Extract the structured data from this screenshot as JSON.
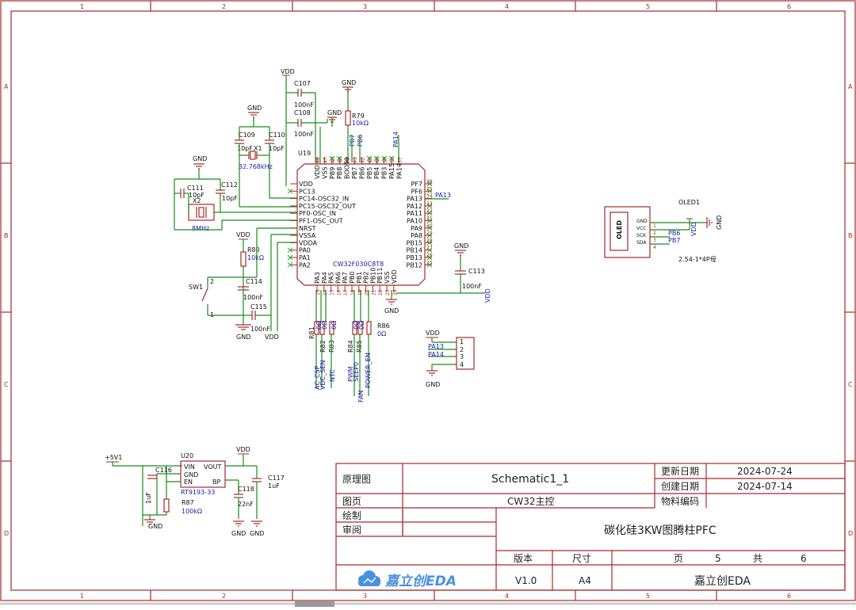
{
  "frame": {
    "col_labels": [
      "1",
      "2",
      "3",
      "4",
      "5",
      "6"
    ],
    "row_labels": [
      "A",
      "B",
      "C",
      "D"
    ]
  },
  "title_block": {
    "schematic_label": "原理图",
    "schematic_value": "Schematic1_1",
    "page_label": "图页",
    "page_value": "CW32主控",
    "drawn_label": "绘制",
    "review_label": "审阅",
    "updated_label": "更新日期",
    "updated_value": "2024-07-24",
    "created_label": "创建日期",
    "created_value": "2024-07-14",
    "material_label": "物料编码",
    "project_title": "碳化硅3KW图腾柱PFC",
    "version_label": "版本",
    "size_label": "尺寸",
    "page_num_label": "页",
    "page_num_value": "5",
    "total_label": "共",
    "total_value": "6",
    "version_value": "V1.0",
    "size_value": "A4",
    "company": "嘉立创EDA",
    "logo_text": "嘉立创EDA"
  },
  "mcu": {
    "ref": "U19",
    "part": "CW32F030C8T8",
    "left_pins": [
      "VDD",
      "PC13",
      "PC14-OSC32_IN",
      "PC15-OSC32_OUT",
      "PF0-OSC_IN",
      "PF1-OSC_OUT",
      "NRST",
      "VSSA",
      "VDDA",
      "PA0",
      "PA1",
      "PA2"
    ],
    "right_pins": [
      "PF7",
      "PF6",
      "PA13",
      "PA12",
      "PA11",
      "PA10",
      "PA9",
      "PA8",
      "PB15",
      "PB14",
      "PB13",
      "PB12"
    ],
    "top_pins": [
      "VDD",
      "VSS",
      "PB9",
      "PB8",
      "BOOT0",
      "PB7",
      "PB6",
      "PB5",
      "PB4",
      "PB3",
      "PA15",
      "PA14"
    ],
    "top_nums": [
      "48",
      "47",
      "46",
      "45",
      "44",
      "43",
      "42",
      "41",
      "40",
      "39",
      "38",
      "37"
    ],
    "right_nums": [
      "36",
      "35",
      "34",
      "33",
      "32",
      "31",
      "30",
      "29",
      "28",
      "27",
      "26",
      "25"
    ],
    "bottom_pins": [
      "PA3",
      "PA4",
      "PA5",
      "PA6",
      "PA7",
      "PB0",
      "PB1",
      "PB2",
      "PB10",
      "PB11",
      "VSS",
      "VDD"
    ],
    "bottom_nums": [
      "13",
      "14",
      "15",
      "16",
      "17",
      "18",
      "19",
      "20",
      "21",
      "22",
      "23",
      "24"
    ]
  },
  "components": {
    "c107": {
      "ref": "C107",
      "val": "100nF"
    },
    "c108": {
      "ref": "C108",
      "val": "100nF"
    },
    "c109": {
      "ref": "C109",
      "val": "10pF"
    },
    "c110": {
      "ref": "C110",
      "val": "10pF"
    },
    "x1": {
      "ref": "X1",
      "val": "32.768kHz"
    },
    "c111": {
      "ref": "C111",
      "val": "10pF"
    },
    "c112": {
      "ref": "C112",
      "val": "10pF"
    },
    "x2": {
      "ref": "X2",
      "val": "8MHz"
    },
    "r79": {
      "ref": "R79",
      "val": "10kΩ"
    },
    "r80": {
      "ref": "R80",
      "val": "10kΩ"
    },
    "c114": {
      "ref": "C114",
      "val": "100nF"
    },
    "c115": {
      "ref": "C115",
      "val": "100nF"
    },
    "sw1": {
      "ref": "SW1",
      "p1": "1",
      "p2": "2"
    },
    "c113": {
      "ref": "C113",
      "val": "100nF"
    },
    "r81": {
      "ref": "R81",
      "val": "0Ω"
    },
    "r82": {
      "ref": "R82",
      "val": "0Ω"
    },
    "r83": {
      "ref": "R83",
      "val": "0Ω"
    },
    "r84": {
      "ref": "R84",
      "val": "0Ω"
    },
    "r85": {
      "ref": "R85",
      "val": "0Ω"
    },
    "r86": {
      "ref": "R86",
      "val": "0Ω"
    },
    "u20": {
      "ref": "U20",
      "part": "RT9193-33",
      "vin": "VIN",
      "gnd": "GND",
      "en": "EN",
      "vout": "VOUT",
      "bp": "BP"
    },
    "c116": {
      "ref": "C116",
      "val": "1uF"
    },
    "c117": {
      "ref": "C117",
      "val": "1uF"
    },
    "c118": {
      "ref": "C118",
      "val": "22nF"
    },
    "r87": {
      "ref": "R87",
      "val": "100kΩ"
    },
    "oled": {
      "ref": "OLED1",
      "body": "OLED",
      "pins": [
        "GND",
        "VCC",
        "SCK",
        "SDA"
      ],
      "pin_nums": [
        "1",
        "2",
        "3",
        "4"
      ],
      "footprint": "2.54-1*4P母"
    }
  },
  "nets": {
    "vdd": "VDD",
    "gnd": "GND",
    "p5v": "+5V1",
    "pa13": "PA13",
    "pa14": "PA14",
    "pb6": "PB6",
    "pb7": "PB7",
    "ac_csp": "AC_CSP",
    "vdc_sen": "VDC_SEN",
    "ntc": "NTC",
    "pwm": "PWM",
    "seep0": "SEEP0",
    "fan": "FAN",
    "power_en": "POWER_EN"
  },
  "header": {
    "pins": [
      "1",
      "2",
      "3",
      "4"
    ]
  },
  "colors": {
    "frame": "#a52a2a",
    "wire": "#1a8a1a",
    "net_label": "#1a1aa8",
    "text": "#111111"
  }
}
